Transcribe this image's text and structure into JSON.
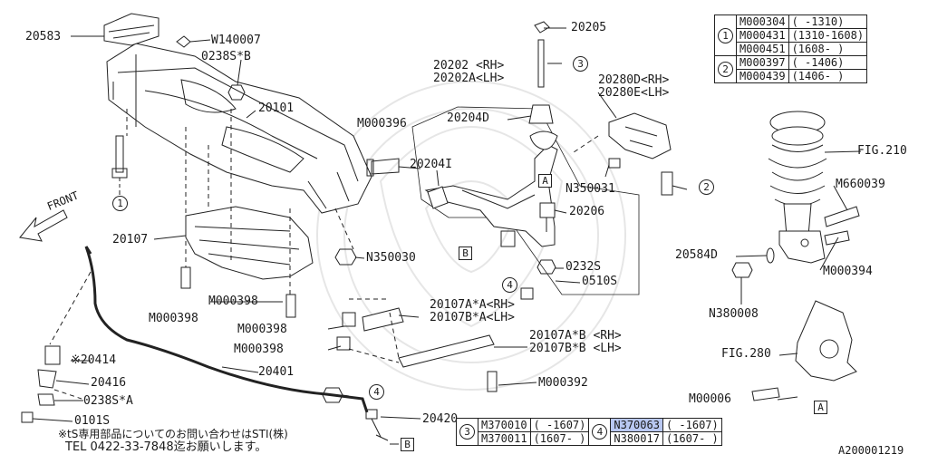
{
  "labels": {
    "p20583": "20583",
    "w140007": "W140007",
    "b0238s": "0238S*B",
    "p20101": "20101",
    "m000396": "M000396",
    "p20202": "20202 <RH>",
    "p20202a": "20202A<LH>",
    "p20205": "20205",
    "p20204d": "20204D",
    "p20204i": "20204I",
    "p20206": "20206",
    "n350031": "N350031",
    "p20280d": "20280D<RH>",
    "p20280e": "20280E<LH>",
    "fig210": "FIG.210",
    "m660039": "M660039",
    "p20584d": "20584D",
    "m000394": "M000394",
    "n380008": "N380008",
    "fig280": "FIG.280",
    "m00006": "M00006",
    "front": "FRONT",
    "p20107": "20107",
    "n350030": "N350030",
    "p0232s": "0232S",
    "p0510s": "0510S",
    "m000398a": "M000398",
    "m000398b": "M000398",
    "m000398c": "M000398",
    "m000398d": "M000398",
    "p20107aa": "20107A*A<RH>",
    "p20107ba": "20107B*A<LH>",
    "p20107ab": "20107A*B <RH>",
    "p20107bb": "20107B*B <LH>",
    "m000392": "M000392",
    "p20414": "※20414",
    "p20416": "20416",
    "a0238s": "0238S*A",
    "p0101s": "0101S",
    "p20401": "20401",
    "p20420": "20420",
    "note1": "※tS専用部品についてのお問い合わせはSTI(株)",
    "note2": "TEL 0422-33-7848迄お願いします。",
    "docid": "A200001219"
  },
  "callouts": {
    "c1": "1",
    "c2": "2",
    "c3": "3",
    "c4": "4",
    "boxA": "A",
    "boxB": "B"
  },
  "table_top": {
    "groups": [
      {
        "marker": "1",
        "rows": [
          {
            "part": "M000304",
            "range": "(      -1310)"
          },
          {
            "part": "M000431",
            "range": "(1310-1608)"
          },
          {
            "part": "M000451",
            "range": "(1608-     )"
          }
        ]
      },
      {
        "marker": "2",
        "rows": [
          {
            "part": "M000397",
            "range": "(      -1406)"
          },
          {
            "part": "M000439",
            "range": "(1406-     )"
          }
        ]
      }
    ]
  },
  "table_bottom": {
    "left": {
      "marker": "3",
      "rows": [
        {
          "part": "M370010",
          "range": "( -1607)"
        },
        {
          "part": "M370011",
          "range": "(1607- )"
        }
      ]
    },
    "right": {
      "marker": "4",
      "rows": [
        {
          "part": "N370063",
          "range": "( -1607)",
          "highlight": true
        },
        {
          "part": "N380017",
          "range": "(1607- )"
        }
      ]
    }
  }
}
